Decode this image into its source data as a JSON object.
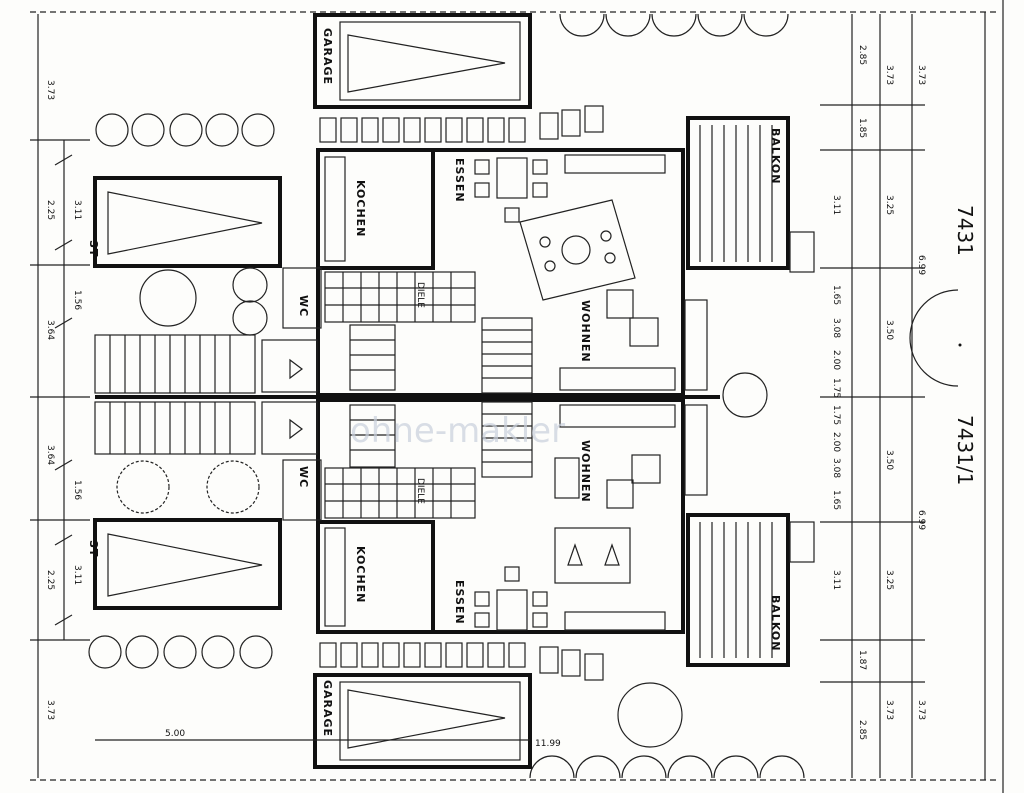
{
  "rooms": {
    "garage": "GARAGE",
    "kitchen": "KOCHEN",
    "dining": "ESSEN",
    "living": "WOHNEN",
    "wc": "WC",
    "balcony": "BALKON",
    "hall": "DIELE",
    "st": "ST"
  },
  "parcels": {
    "north": "7431",
    "south": "7431/1"
  },
  "watermark": "ohne-makler",
  "dims_left": [
    "3.73",
    "2.25",
    "3.11",
    "1.56",
    "3.64",
    "3.64",
    "1.56",
    "3.11",
    "2.25",
    "3.73"
  ],
  "dims_right_a": [
    "2.85",
    "1.85",
    "3.11",
    "1.65",
    "3.08",
    "2.00",
    "1.75",
    "1.75",
    "2.00",
    "3.08",
    "1.65",
    "3.11",
    "1.87",
    "2.85"
  ],
  "dims_right_b": [
    "3.73",
    "3.25",
    "3.50",
    "3.50",
    "3.25",
    "3.73"
  ],
  "dims_right_c": [
    "3.73",
    "6.99",
    "6.99",
    "3.73"
  ],
  "dims_bottom": [
    "5.00",
    "11.99"
  ]
}
